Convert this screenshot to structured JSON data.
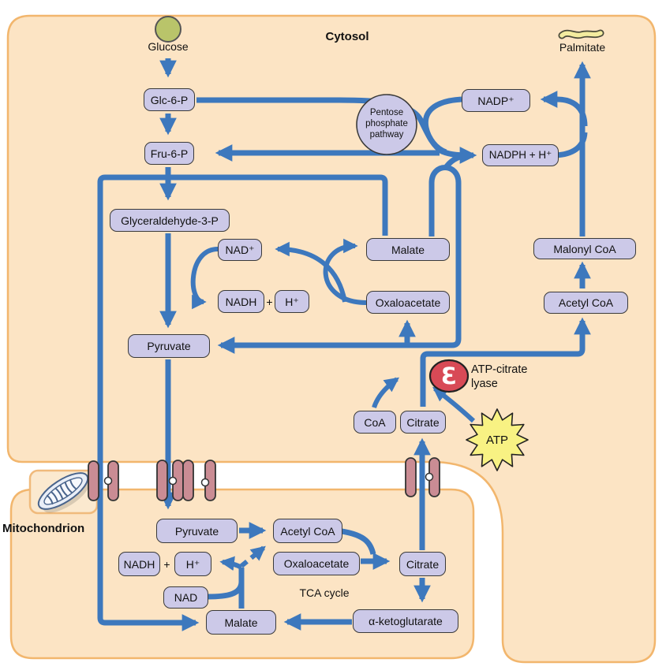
{
  "labels": {
    "cytosol": "Cytosol",
    "mitochondrion": "Mitochondrion",
    "glucose": "Glucose",
    "palmitate": "Palmitate",
    "ppp1": "Pentose",
    "ppp2": "phosphate",
    "ppp3": "pathway",
    "atp": "ATP",
    "lyase1": "ATP-citrate",
    "lyase2": "lyase",
    "tca": "TCA cycle",
    "plus": "+"
  },
  "cytosol_nodes": {
    "glc6p": "Glc-6-P",
    "fru6p": "Fru-6-P",
    "g3p": "Glyceraldehyde-3-P",
    "nad": "NAD⁺",
    "nadh": "NADH",
    "h": "H⁺",
    "pyruvate": "Pyruvate",
    "malate": "Malate",
    "oxaloacetate": "Oxaloacetate",
    "coa": "CoA",
    "citrate": "Citrate",
    "nadp": "NADP⁺",
    "nadph": "NADPH + H⁺",
    "malonyl": "Malonyl CoA",
    "acetyl": "Acetyl CoA"
  },
  "mito_nodes": {
    "pyruvate": "Pyruvate",
    "acetyl": "Acetyl CoA",
    "nadh": "NADH",
    "h": "H⁺",
    "oxaloacetate": "Oxaloacetate",
    "nad": "NAD",
    "malate": "Malate",
    "citrate": "Citrate",
    "akg": "α-ketoglutarate"
  },
  "colors": {
    "region_fill": "#fce4c4",
    "region_border": "#f2b66d",
    "node_fill": "#ccc9e8",
    "node_border": "#3a3a3a",
    "arrow_blue": "#3d78bd",
    "transporter_pink": "#ca8c94",
    "atp_yellow": "#f8f283",
    "enzyme_red": "#d84a56",
    "glucose_green": "#b9c46a",
    "palmitate_yellow": "#f3ec9f"
  }
}
